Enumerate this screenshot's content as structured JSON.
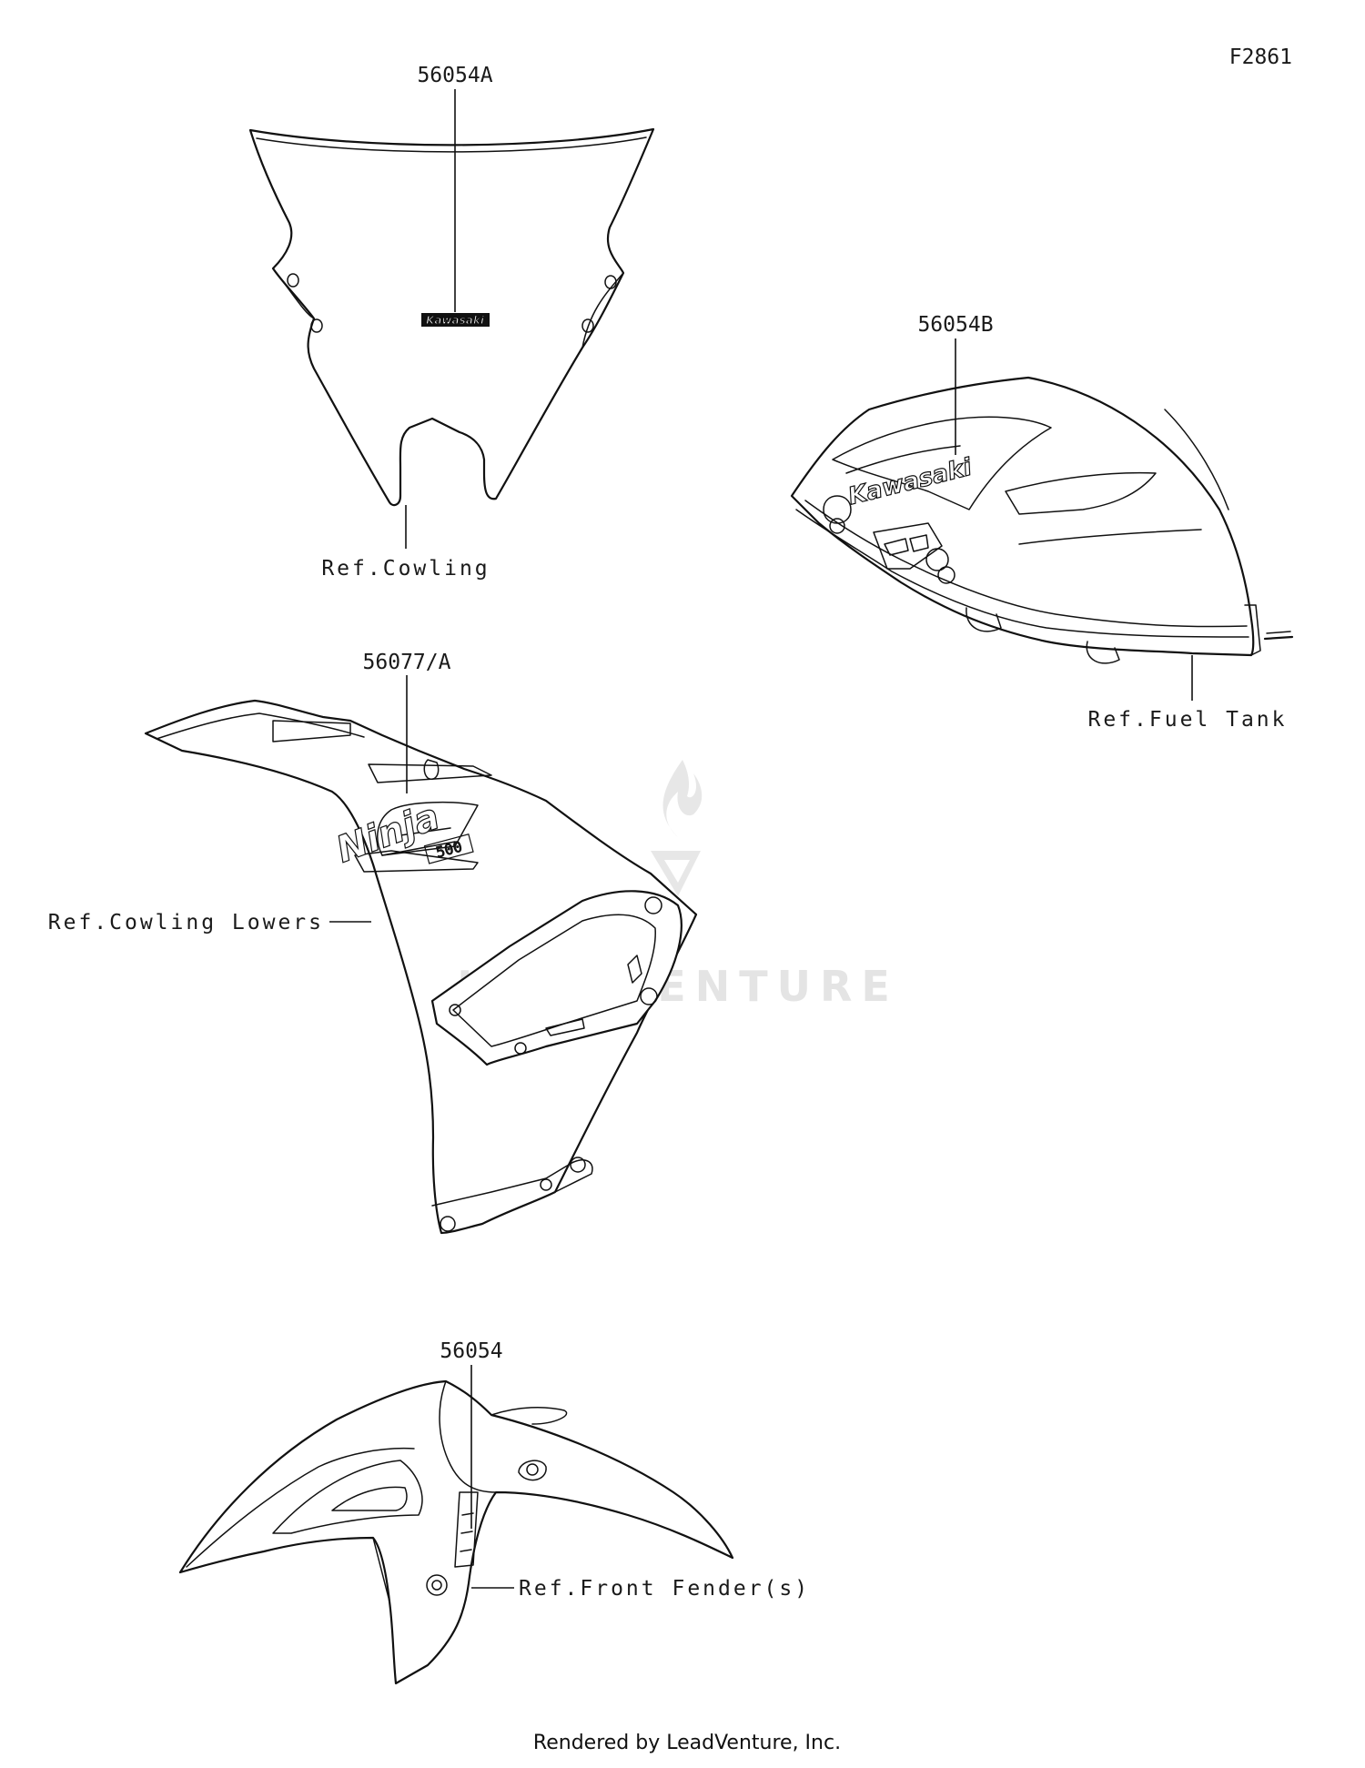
{
  "figure_code": "F2861",
  "parts": [
    {
      "id": "windshield",
      "part_number": "56054A",
      "ref_label": "Ref.Cowling",
      "decal_text": "Kawasaki"
    },
    {
      "id": "fuel-tank",
      "part_number": "56054B",
      "ref_label": "Ref.Fuel Tank",
      "decal_text": "Kawasaki"
    },
    {
      "id": "cowling-lower",
      "part_number": "56077/A",
      "ref_label": "Ref.Cowling Lowers",
      "decal_text": "Ninja",
      "decal_subtext": "500"
    },
    {
      "id": "front-fender",
      "part_number": "56054",
      "ref_label": "Ref.Front Fender(s)"
    }
  ],
  "watermark": "LEADVENTURE",
  "footer": "Rendered by LeadVenture, Inc."
}
